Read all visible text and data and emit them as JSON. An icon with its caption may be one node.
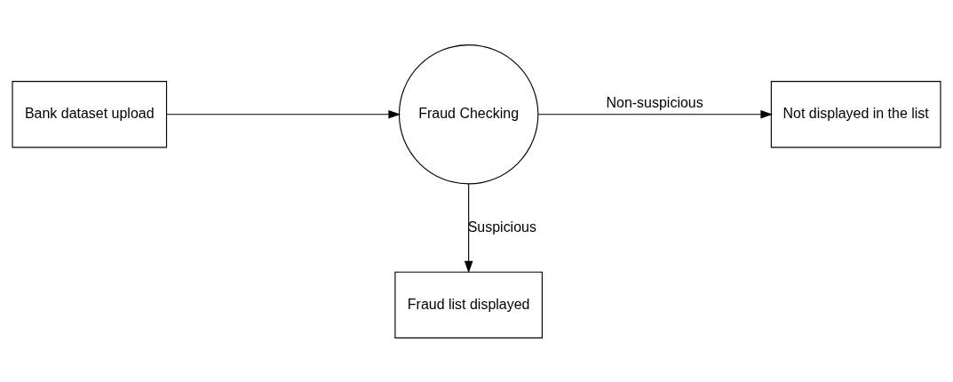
{
  "diagram": {
    "nodes": [
      {
        "text": [
          "Bank dataset upload"
        ]
      },
      {
        "text": [
          "Fraud Checking"
        ]
      },
      {
        "text": [
          "Not displayed in the list"
        ]
      },
      {
        "text": [
          "Fraud list displayed"
        ]
      }
    ],
    "edges": [
      {
        "from": 0,
        "to": 1,
        "arrow": "to"
      },
      {
        "from": 1,
        "to": 2,
        "arrow": "to",
        "label": "Non-suspicious"
      },
      {
        "from": 1,
        "to": 3,
        "arrow": "to",
        "label": "Suspicious"
      }
    ]
  }
}
